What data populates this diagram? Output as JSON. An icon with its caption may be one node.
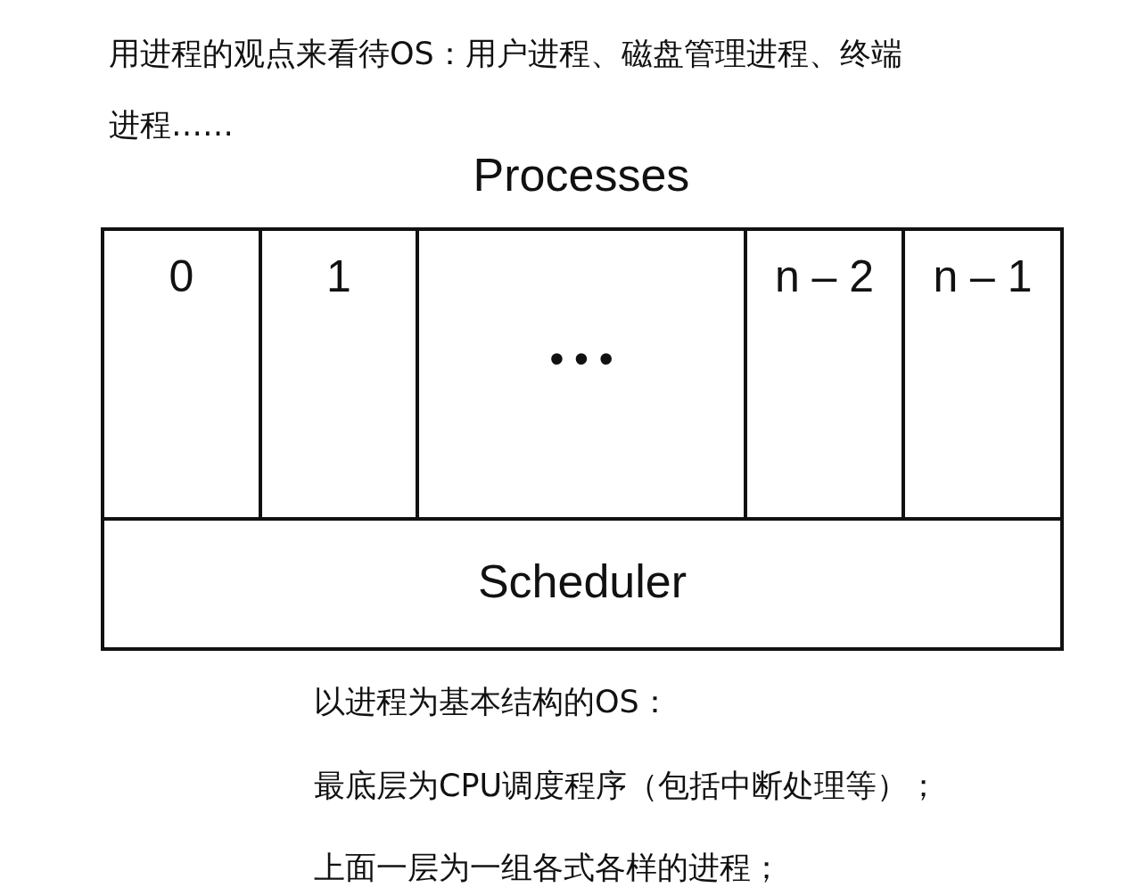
{
  "diagram": {
    "title": "Processes",
    "nodes": [
      {
        "text": [
          "0"
        ]
      },
      {
        "text": [
          "1"
        ]
      },
      {
        "text": [
          "• • •"
        ]
      },
      {
        "text": [
          "n – 2"
        ]
      },
      {
        "text": [
          "n – 1"
        ]
      },
      {
        "text": [
          "Scheduler"
        ]
      }
    ],
    "labels": [
      "用进程的观点来看待OS：用户进程、磁盘管理进程、终端进程……",
      "以进程为基本结构的OS：",
      "最底层为CPU调度程序（包括中断处理等）；",
      "上面一层为一组各式各样的进程；"
    ]
  }
}
